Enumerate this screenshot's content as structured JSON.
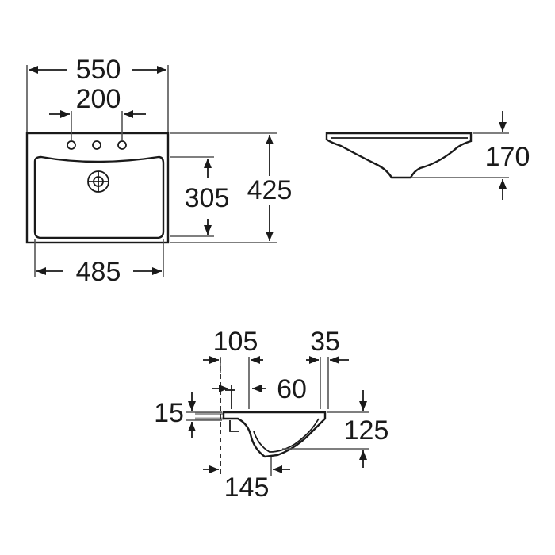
{
  "dimensions": {
    "top_view": {
      "overall_width": "550",
      "tap_spacing": "200",
      "bowl_width": "485",
      "bowl_depth": "305",
      "overall_depth": "425"
    },
    "side_view": {
      "height": "170"
    },
    "section_view": {
      "rim_offset": "105",
      "edge": "35",
      "inner_offset": "60",
      "rim_thickness": "15",
      "bowl_depth": "125",
      "drain_offset": "145"
    }
  }
}
